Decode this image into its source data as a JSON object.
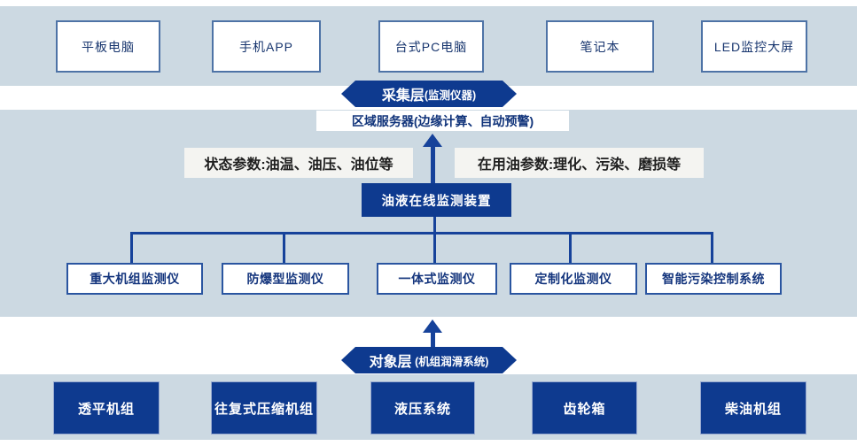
{
  "colors": {
    "band": "#ccd9e2",
    "navy": "#0e3a8f",
    "line": "#16429a",
    "box_border": "#4e73a6",
    "box_text": "#17356e",
    "label_bg": "#f4f4f1"
  },
  "access_layer": {
    "devices": [
      {
        "label": "平板电脑"
      },
      {
        "label": "手机APP"
      },
      {
        "label": "台式PC电脑"
      },
      {
        "label": "笔记本"
      },
      {
        "label": "LED监控大屏"
      }
    ]
  },
  "collection_layer": {
    "title": "采集层",
    "subtitle": "(监测仪器)",
    "server": "区域服务器(边缘计算、自动预警)",
    "param_left": "状态参数:油温、油压、油位等",
    "param_right": "在用油参数:理化、污染、磨损等",
    "device": "油液在线监测装置",
    "monitors": [
      {
        "label": "重大机组监测仪"
      },
      {
        "label": "防爆型监测仪"
      },
      {
        "label": "一体式监测仪"
      },
      {
        "label": "定制化监测仪"
      },
      {
        "label": "智能污染控制系统"
      }
    ]
  },
  "object_layer": {
    "title": "对象层",
    "subtitle": " (机组润滑系统)",
    "equipment": [
      {
        "label": "透平机组"
      },
      {
        "label": "往复式压缩机组"
      },
      {
        "label": "液压系统"
      },
      {
        "label": "齿轮箱"
      },
      {
        "label": "柴油机组"
      }
    ]
  }
}
